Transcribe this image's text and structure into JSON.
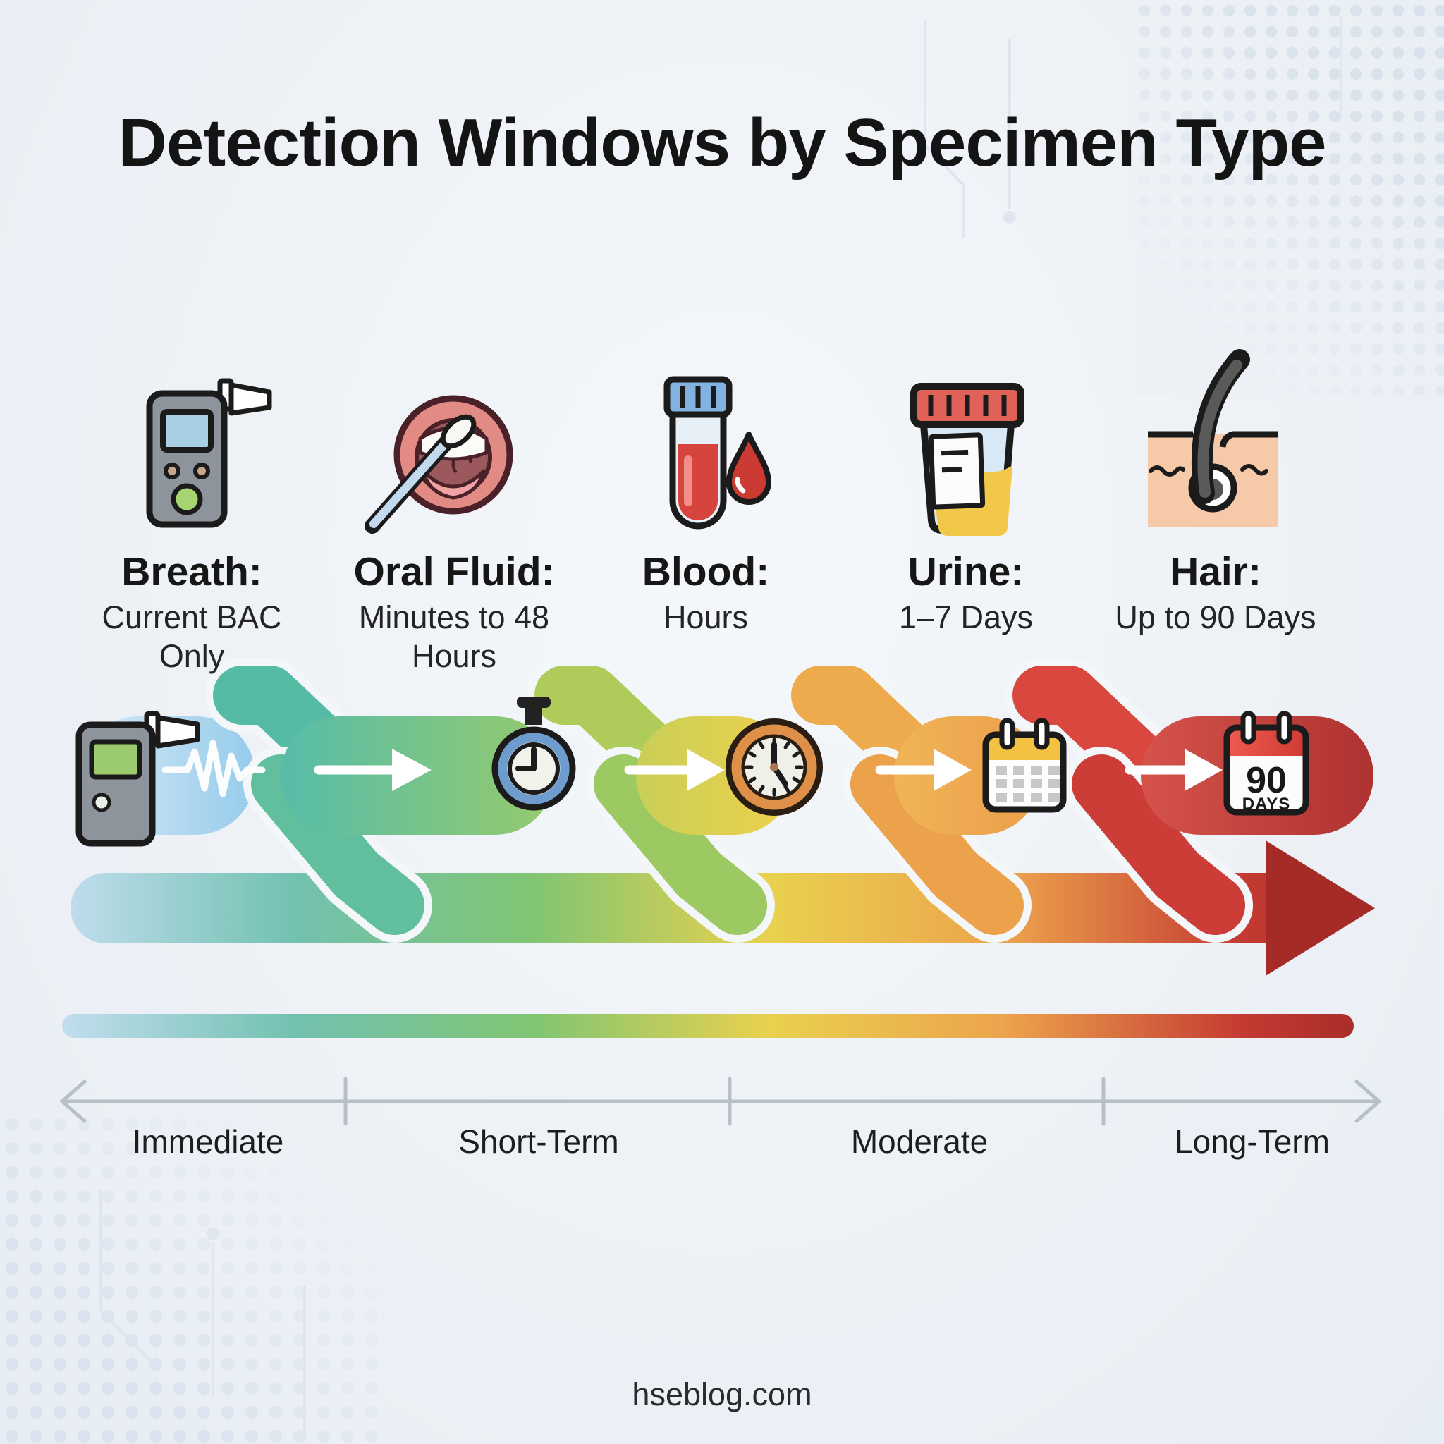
{
  "title": "Detection Windows by Specimen Type",
  "specimens": [
    {
      "label": "Breath:",
      "window": "Current BAC Only",
      "icon": "breathalyzer-icon"
    },
    {
      "label": "Oral Fluid:",
      "window": "Minutes to 48 Hours",
      "icon": "mouth-swab-icon"
    },
    {
      "label": "Blood:",
      "window": "Hours",
      "icon": "blood-test-tube-icon"
    },
    {
      "label": "Urine:",
      "window": "1–7 Days",
      "icon": "urine-sample-cup-icon"
    },
    {
      "label": "Hair:",
      "window": "Up to 90 Days",
      "icon": "hair-follicle-icon"
    }
  ],
  "flow_timeline": {
    "milestone_icons": [
      "breathalyzer-icon",
      "stopwatch-icon",
      "wall-clock-icon",
      "calendar-icon",
      "calendar-90-days-icon"
    ],
    "ninety_day_marker": {
      "number": "90",
      "unit": "DAYS"
    }
  },
  "axis": {
    "stages": [
      {
        "label": "Immediate"
      },
      {
        "label": "Short-Term"
      },
      {
        "label": "Moderate"
      },
      {
        "label": "Long-Term"
      }
    ]
  },
  "footer": {
    "website": "hseblog.com"
  },
  "colors": {
    "background": "#edf1f6",
    "title_text": "#141414",
    "body_text": "#242424",
    "axis_line": "#b7bfc8",
    "stage_blue": "#8cc7e9",
    "stage_teal": "#55bba5",
    "stage_green": "#80c573",
    "stage_yellow": "#e9d14e",
    "stage_orange": "#eca34d",
    "stage_red": "#c43a32",
    "arrow_dark_red": "#a52b27"
  }
}
